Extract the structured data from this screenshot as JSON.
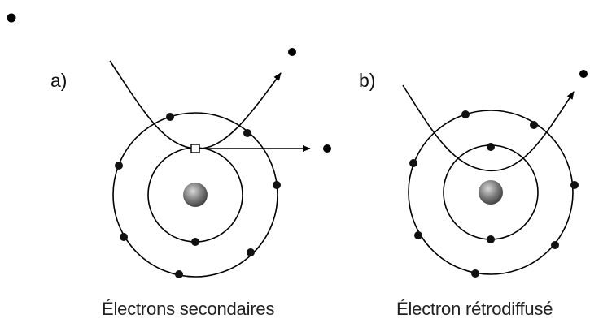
{
  "panels": [
    {
      "id": "a",
      "label": "a)",
      "caption": "Électrons secondaires"
    },
    {
      "id": "b",
      "label": "b)",
      "caption": "Électron rétrodiffusé"
    }
  ],
  "colors": {
    "line": "#000000",
    "electron": "#111111",
    "nucleus_light": "#cfcfcf",
    "nucleus_dark": "#4a4a4a"
  }
}
